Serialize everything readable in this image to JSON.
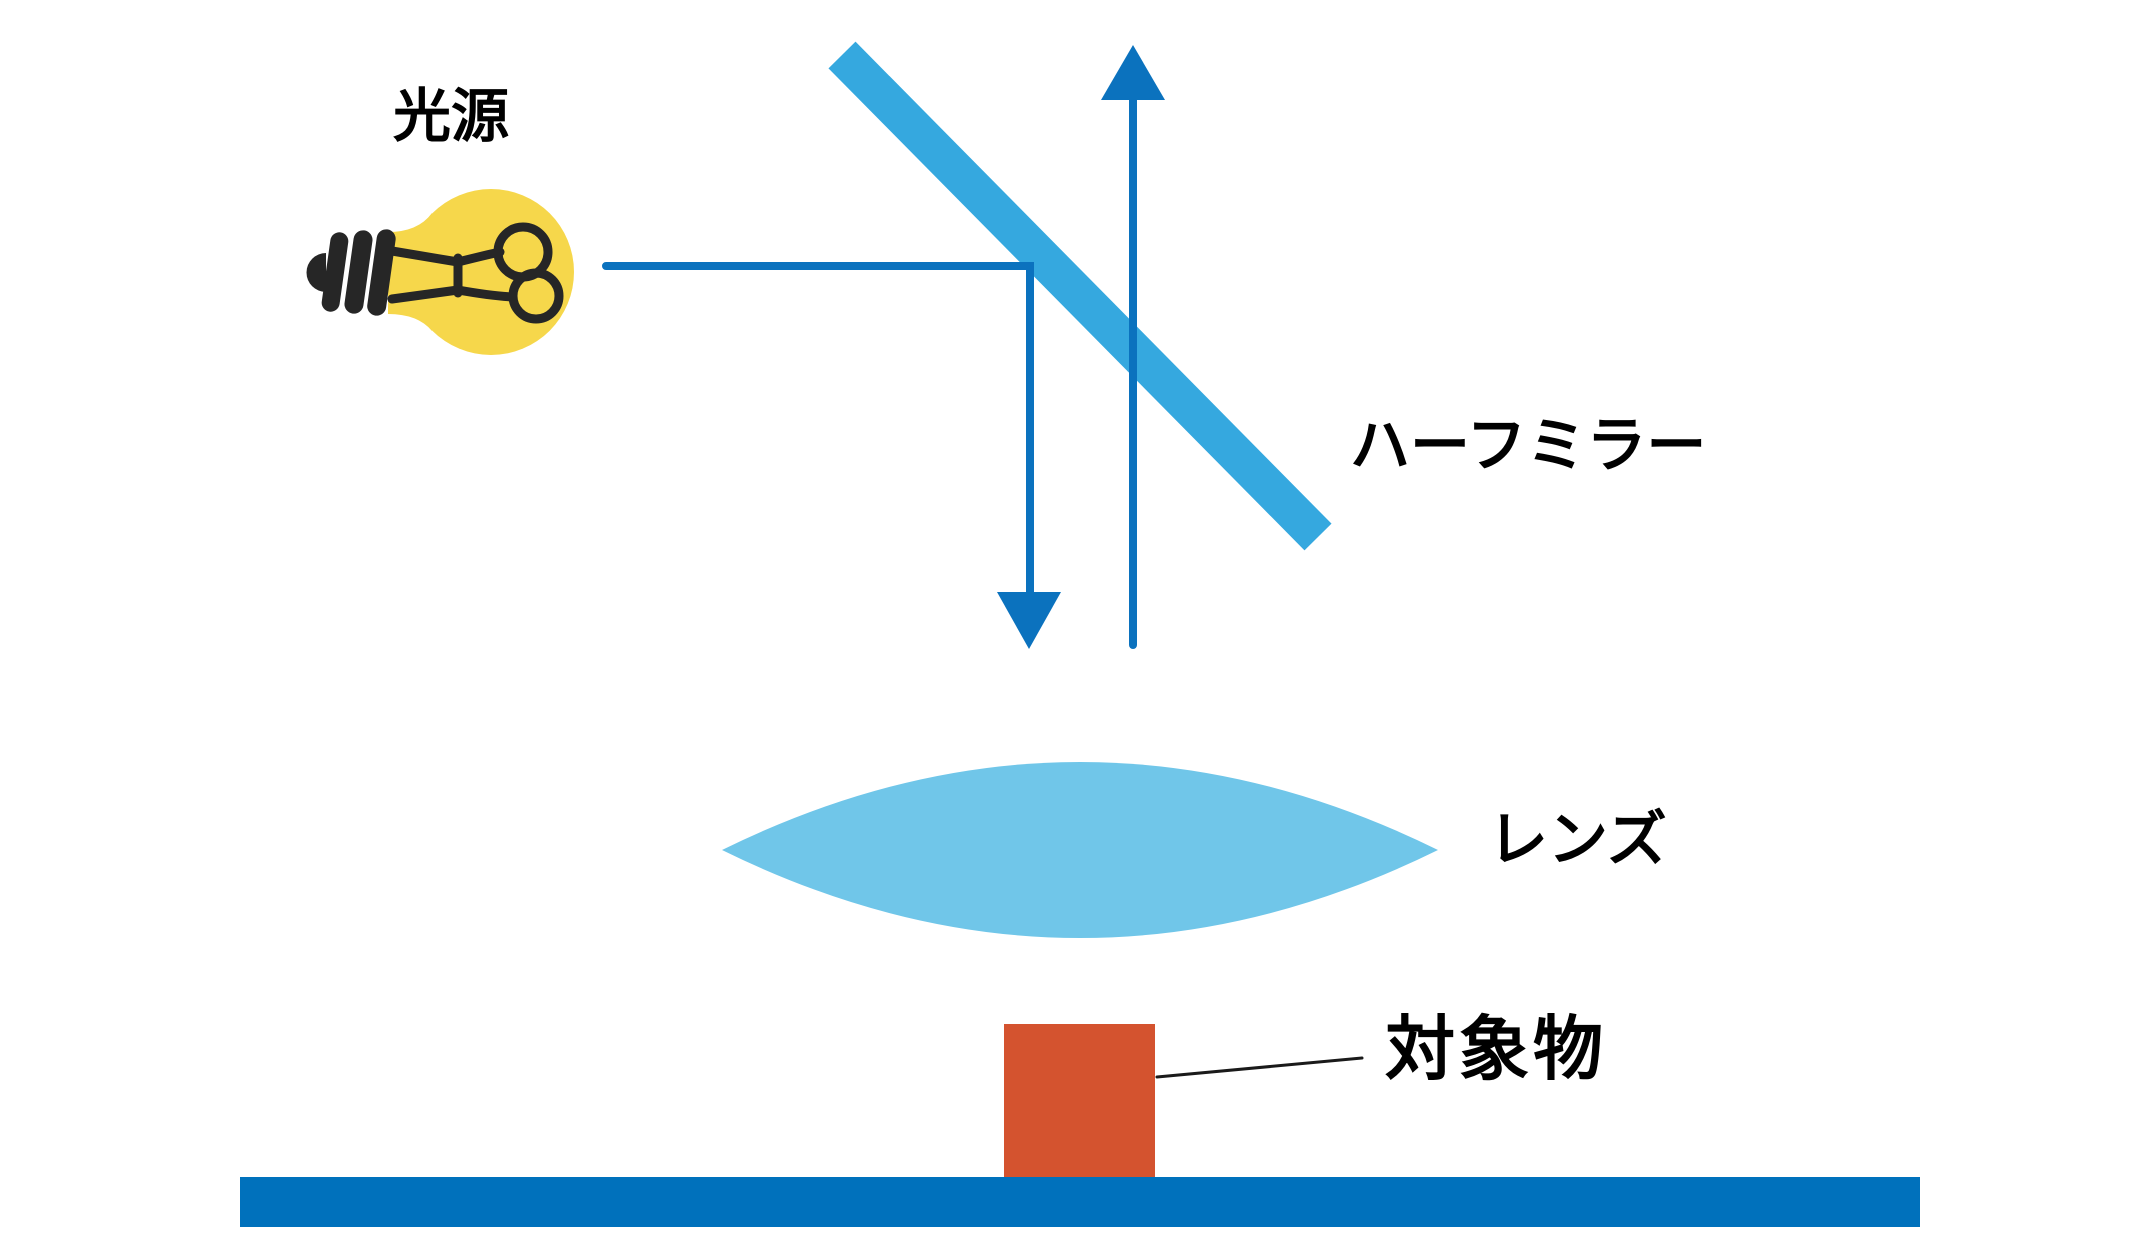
{
  "labels": {
    "light_source": "光源",
    "half_mirror": "ハーフミラー",
    "lens": "レンズ",
    "object": "対象物"
  },
  "icons": {
    "light_bulb": "light-bulb-icon"
  },
  "colors": {
    "background": "#ffffff",
    "beam_blue": "#0B72BE",
    "mirror_blue": "#35A8DF",
    "lens_blue": "#70C6E9",
    "ground_blue": "#0071BC",
    "object_orange": "#D4532F",
    "bulb_yellow": "#F6D74B",
    "bulb_black": "#262626",
    "label_black": "#000000",
    "pointer_black": "#1a1a1a"
  }
}
